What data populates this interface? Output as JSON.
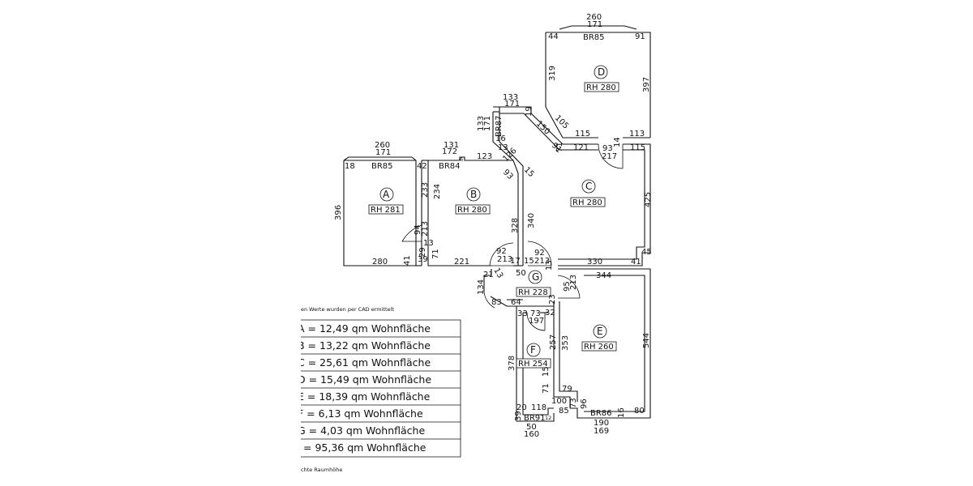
{
  "rooms": [
    {
      "id": "A",
      "height": "RH 281"
    },
    {
      "id": "B",
      "height": "RH 280"
    },
    {
      "id": "C",
      "height": "RH 280"
    },
    {
      "id": "D",
      "height": "RH 280"
    },
    {
      "id": "E",
      "height": "RH 260"
    },
    {
      "id": "F",
      "height": "RH 254"
    },
    {
      "id": "G",
      "height": "RH 228"
    }
  ],
  "dimensions": [
    "260",
    "171",
    "18",
    "BR85",
    "42",
    "233",
    "396",
    "94",
    "213",
    "13",
    "29",
    "39",
    "41",
    "280",
    "131",
    "172",
    "6",
    "BR84",
    "123",
    "234",
    "221",
    "71",
    "133",
    "171",
    "19",
    "133",
    "171",
    "BR87",
    "16",
    "13",
    "126",
    "93",
    "15",
    "150",
    "105",
    "91",
    "71",
    "328",
    "340",
    "92",
    "213",
    "13",
    "21",
    "17",
    "15",
    "50",
    "92",
    "213",
    "13",
    "330",
    "41",
    "45",
    "260",
    "171",
    "44",
    "BR85",
    "91",
    "319",
    "397",
    "115",
    "113",
    "121",
    "93",
    "217",
    "14",
    "115",
    "425",
    "344",
    "95",
    "213",
    "134",
    "83",
    "64",
    "33",
    "73",
    "32",
    "197",
    "23",
    "257",
    "353",
    "544",
    "378",
    "15",
    "71",
    "79",
    "100",
    "73",
    "85",
    "96",
    "20",
    "118",
    "39",
    "BR91",
    "12",
    "50",
    "160",
    "BR86",
    "16",
    "80",
    "190",
    "169"
  ],
  "legend": {
    "heading": "en Werte wurden per CAD ermittelt",
    "rows": [
      "A = 12,49 qm Wohnfläche",
      "B = 13,22 qm Wohnfläche",
      "C = 25,61 qm Wohnfläche",
      "D = 15,49 qm Wohnfläche",
      "E = 18,39 qm Wohnfläche",
      "F = 6,13 qm Wohnfläche",
      "G = 4,03 qm Wohnfläche",
      "= 95,36 qm Wohnfläche"
    ],
    "footer": "chte Raumhöhe"
  }
}
